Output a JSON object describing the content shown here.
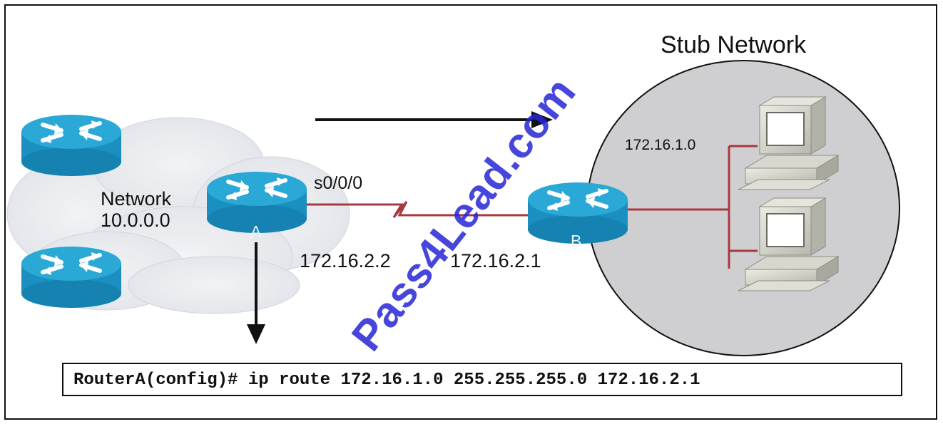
{
  "stub_network_title": "Stub Network",
  "network_label_line1": "Network",
  "network_label_line2": "10.0.0.0",
  "interface_label": "s0/0/0",
  "router_a_ip": "172.16.2.2",
  "router_b_ip": "172.16.2.1",
  "stub_subnet": "172.16.1.0",
  "router_a_letter": "A",
  "router_b_letter": "B",
  "watermark": "Pass4Lead.com",
  "command": "RouterA(config)# ip route 172.16.1.0 255.255.255.0 172.16.2.1",
  "colors": {
    "router_blue": "#1b93c4",
    "router_top": "#2aa8d6",
    "link_red": "#a8383f",
    "stub_fill": "#cfcfd1",
    "watermark": "#2626d6"
  }
}
